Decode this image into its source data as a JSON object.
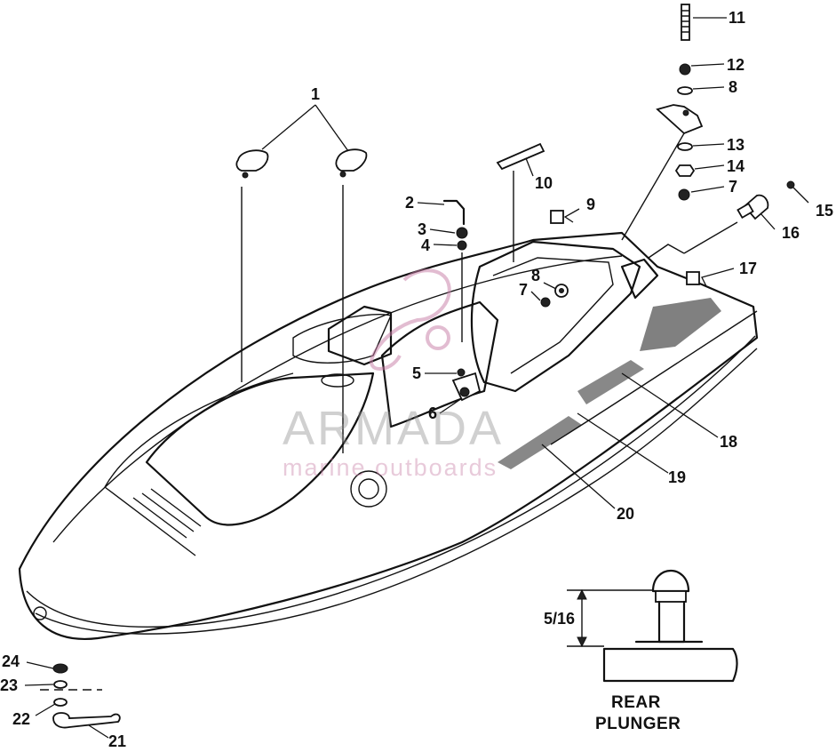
{
  "watermark": {
    "brand": "ARMADA",
    "tagline": "marine outboards",
    "accent_color": "#c77fa6"
  },
  "callouts": [
    "1",
    "2",
    "3",
    "4",
    "5",
    "6",
    "7",
    "8",
    "9",
    "10",
    "11",
    "12",
    "8",
    "13",
    "14",
    "7",
    "15",
    "16",
    "17",
    "18",
    "19",
    "20",
    "24",
    "23",
    "22",
    "21"
  ],
  "detail": {
    "dimension": "5/16",
    "caption_line1": "REAR",
    "caption_line2": "PLUNGER"
  }
}
